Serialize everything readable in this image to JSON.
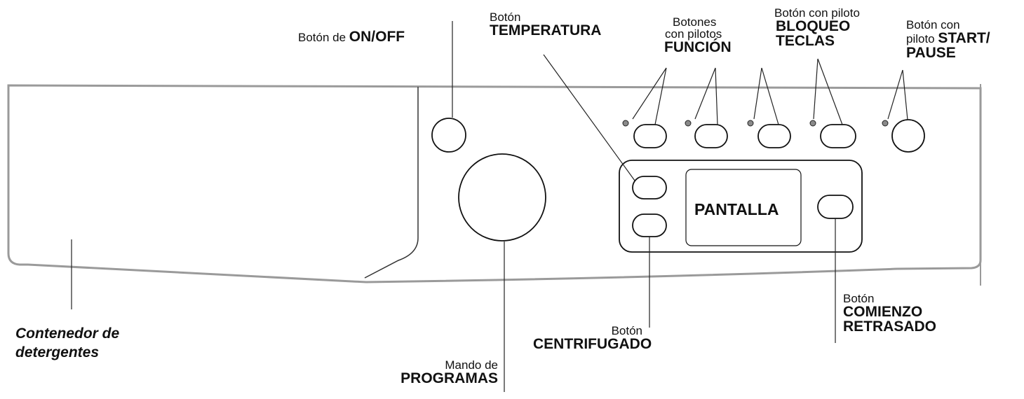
{
  "labels": {
    "on_off": {
      "pre": "Botón de ",
      "strong": "ON/OFF"
    },
    "temperatura": {
      "pre": "Botón",
      "strong": "TEMPERATURA"
    },
    "funcion": {
      "line1": "Botones",
      "line2": "con pilotos",
      "strong": "FUNCIÓN"
    },
    "bloqueo": {
      "pre": "Botón con piloto",
      "strong1": "BLOQUEO",
      "strong2": "TECLAS"
    },
    "start": {
      "line1": "Botón con",
      "line2_pre": "piloto ",
      "strong1": "START/",
      "strong2": "PAUSE"
    },
    "pantalla": "PANTALLA",
    "contenedor": {
      "line1": "Contenedor de",
      "line2": "detergentes"
    },
    "programas": {
      "pre": "Mando de",
      "strong": "PROGRAMAS"
    },
    "centrifugado": {
      "pre": "Botón",
      "strong": "CENTRIFUGADO"
    },
    "comienzo": {
      "pre": "Botón",
      "strong1": "COMIENZO",
      "strong2": "RETRASADO"
    }
  },
  "colors": {
    "panel_outline": "#9a9a9a",
    "line": "#222222",
    "pilot_light": "#8a8a8a"
  }
}
